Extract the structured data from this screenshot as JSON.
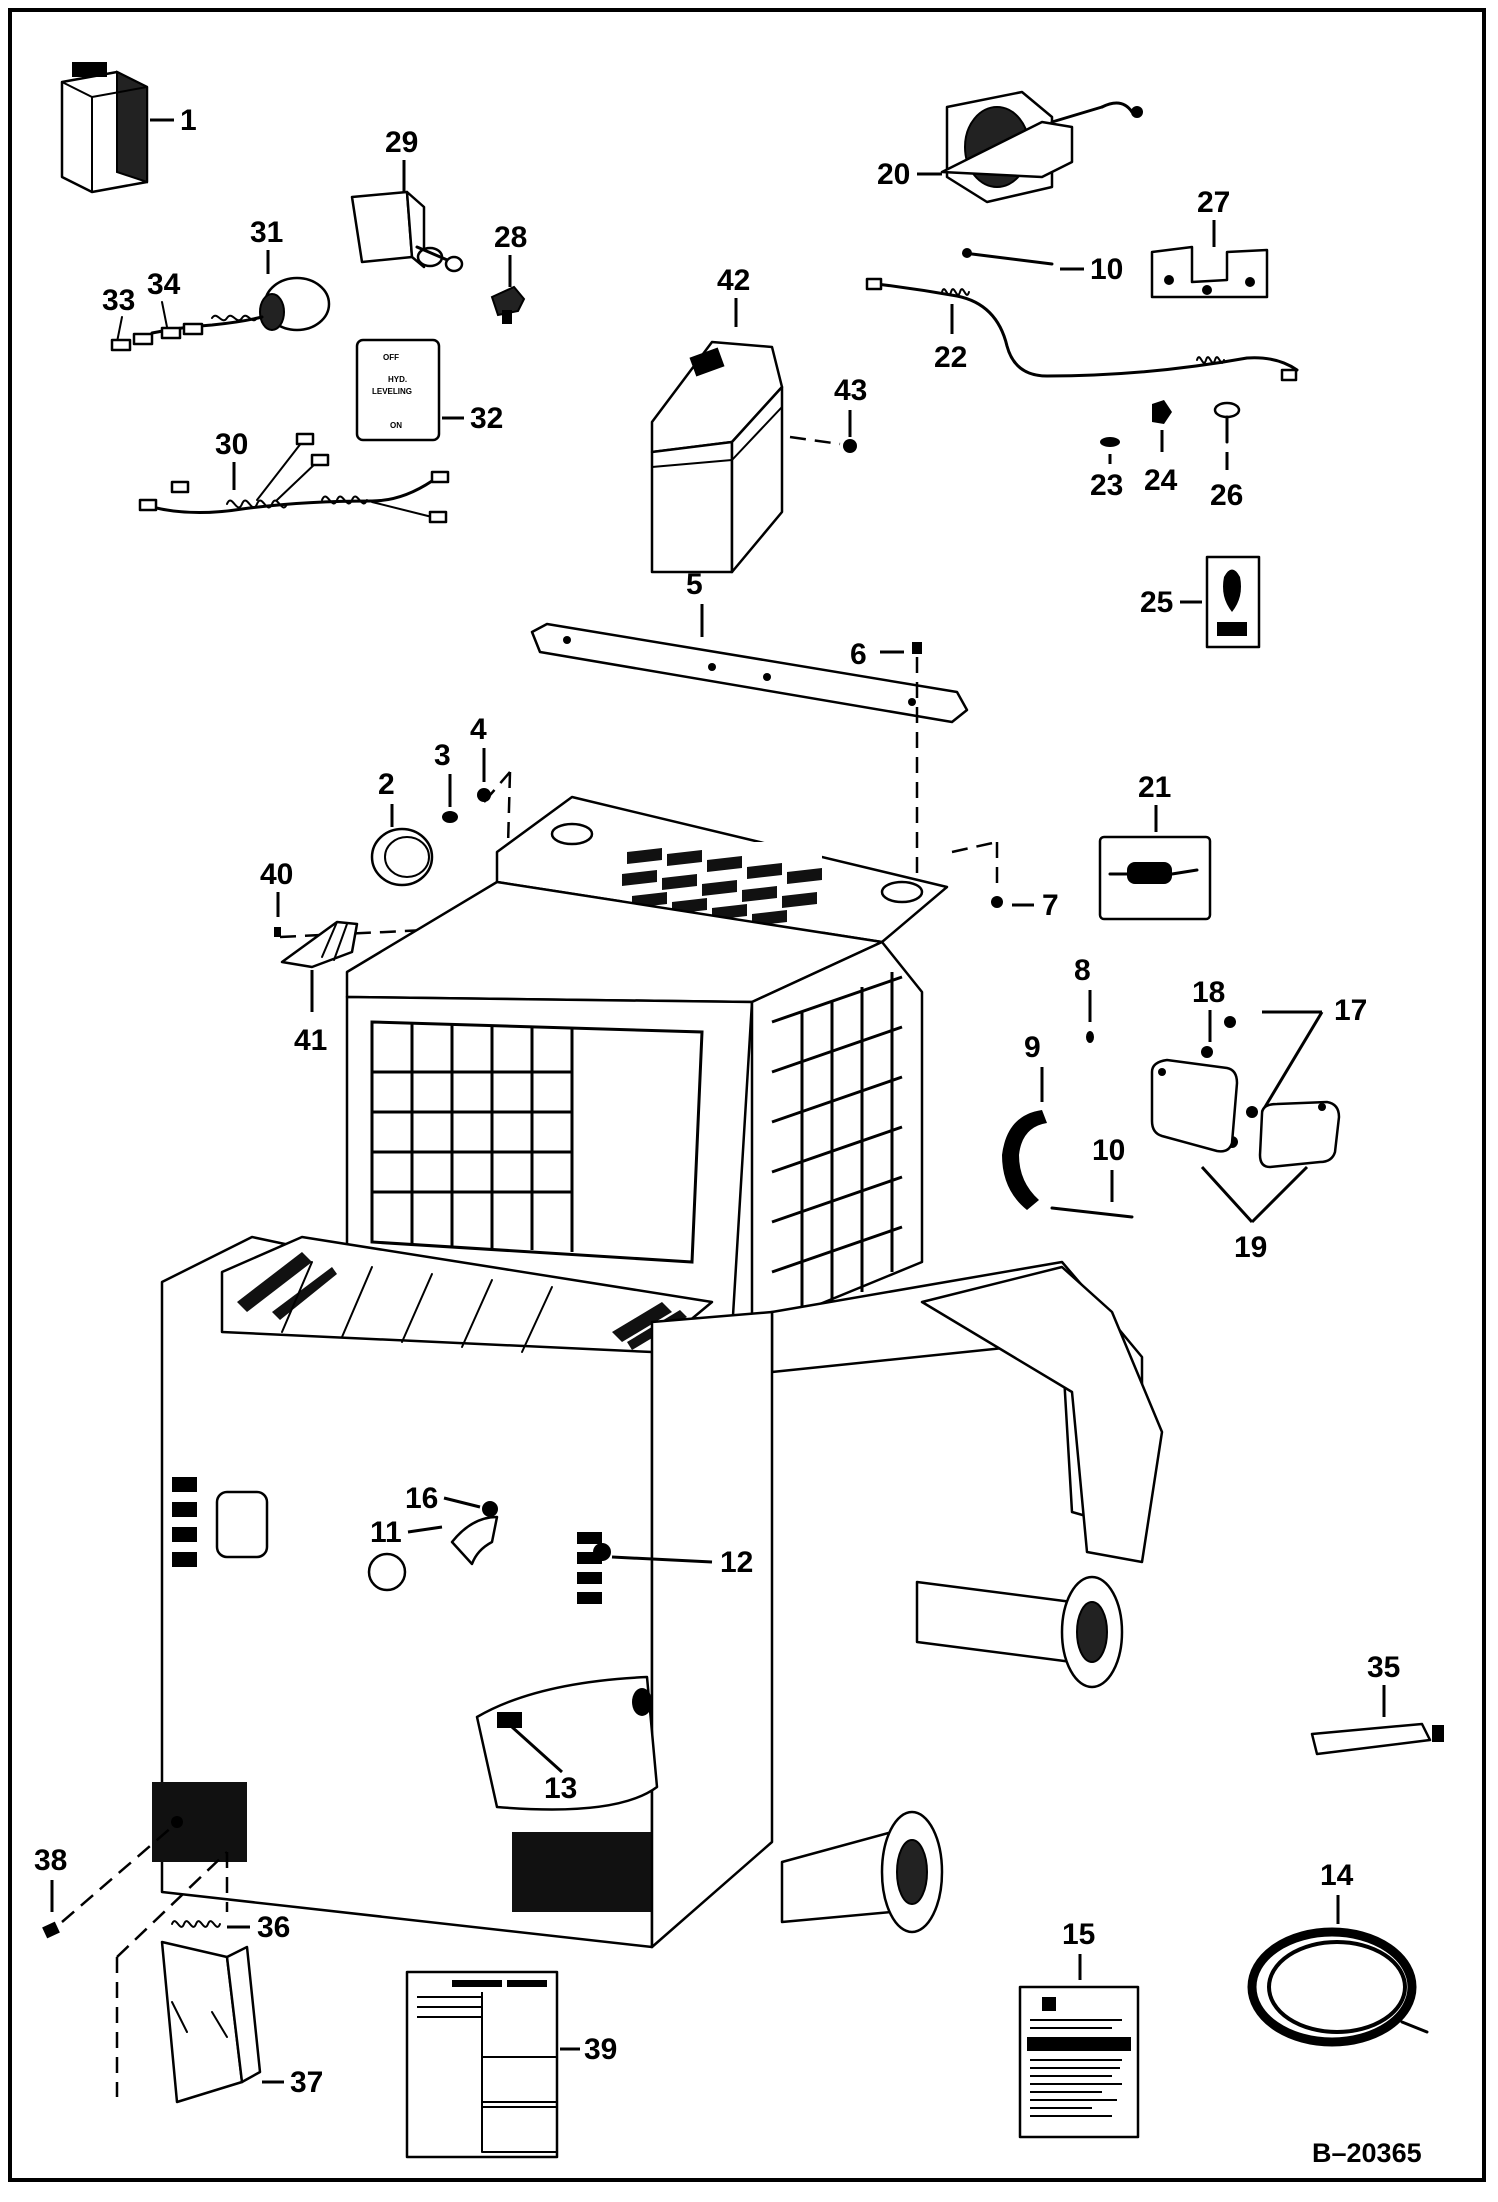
{
  "drawing_code": "B–20365",
  "decal_32": {
    "top": "OFF",
    "middle1": "HYD.",
    "middle2": "LEVELING",
    "bottom": "ON"
  },
  "callouts": {
    "c1": "1",
    "c2": "2",
    "c3": "3",
    "c4": "4",
    "c5": "5",
    "c6": "6",
    "c7": "7",
    "c8": "8",
    "c9": "9",
    "c10a": "10",
    "c10b": "10",
    "c11": "11",
    "c12": "12",
    "c13": "13",
    "c14": "14",
    "c15": "15",
    "c16": "16",
    "c17": "17",
    "c18": "18",
    "c19": "19",
    "c20": "20",
    "c21": "21",
    "c22": "22",
    "c23": "23",
    "c24": "24",
    "c25": "25",
    "c26": "26",
    "c27": "27",
    "c28": "28",
    "c29": "29",
    "c30": "30",
    "c31": "31",
    "c32": "32",
    "c33": "33",
    "c34": "34",
    "c35": "35",
    "c36": "36",
    "c37": "37",
    "c38": "38",
    "c39": "39",
    "c40": "40",
    "c41": "41",
    "c42": "42",
    "c43": "43"
  }
}
